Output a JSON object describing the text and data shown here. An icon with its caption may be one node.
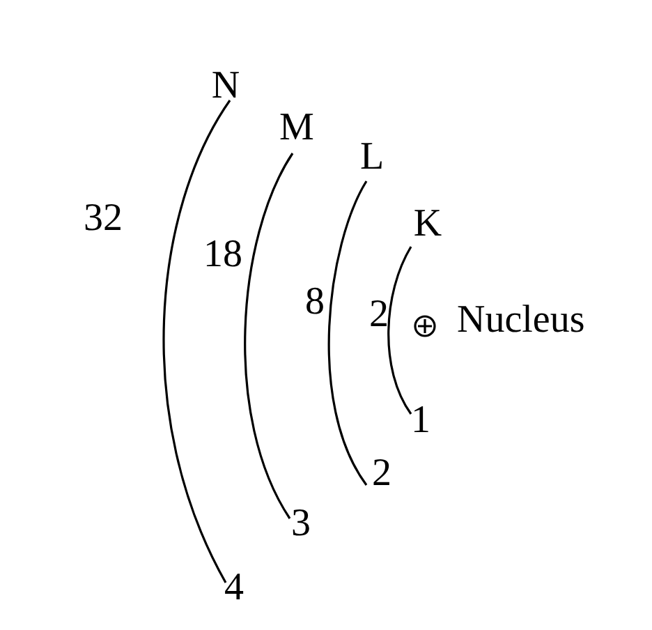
{
  "diagram": {
    "labels": [
      "N",
      "M",
      "L",
      "32",
      "K",
      "18",
      "8",
      "2",
      "Nucleus",
      "1",
      "2",
      "3",
      "4"
    ]
  }
}
